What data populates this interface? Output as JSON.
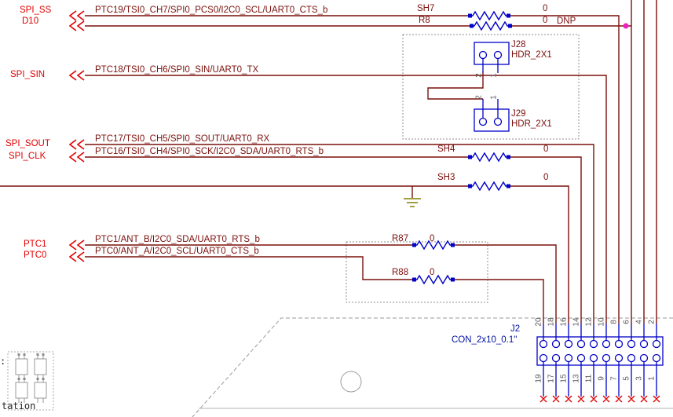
{
  "colors": {
    "wire": "#7a100c",
    "component": "#0000c8",
    "port_text": "#e00000",
    "net_text": "#7a100c",
    "j2_text": "#00119f",
    "junction_dot": "#f020c0",
    "ground": "#808000",
    "no_connect_x": "#e00000"
  },
  "ports": {
    "spi_ss": "SPI_SS",
    "d10": "D10",
    "spi_sin": "SPI_SIN",
    "spi_sout": "SPI_SOUT",
    "spi_clk": "SPI_CLK",
    "ptc1": "PTC1",
    "ptc0": "PTC0"
  },
  "nets": {
    "ptc19": "PTC19/TSI0_CH7/SPI0_PCS0/I2C0_SCL/UART0_CTS_b",
    "ptc18": "PTC18/TSI0_CH6/SPI0_SIN/UART0_TX",
    "ptc17": "PTC17/TSI0_CH5/SPI0_SOUT/UART0_RX",
    "ptc16": "PTC16/TSI0_CH4/SPI0_SCK/I2C0_SDA/UART0_RTS_b",
    "ptc1": "PTC1/ANT_B/I2C0_SDA/UART0_RTS_b",
    "ptc0": "PTC0/ANT_A/I2C0_SCL/UART0_CTS_b"
  },
  "resistors": {
    "sh7": {
      "ref": "SH7",
      "value": "0"
    },
    "r8": {
      "ref": "R8",
      "value": "0",
      "note": "DNP"
    },
    "sh4": {
      "ref": "SH4",
      "value": "0"
    },
    "sh3": {
      "ref": "SH3",
      "value": "0"
    },
    "r87": {
      "ref": "R87",
      "value": "0"
    },
    "r88": {
      "ref": "R88",
      "value": "0"
    }
  },
  "connectors": {
    "j28": {
      "ref": "J28",
      "value": "HDR_2X1",
      "pins": [
        "2",
        "1"
      ]
    },
    "j29": {
      "ref": "J29",
      "value": "HDR_2X1",
      "pins": [
        "2",
        "1"
      ]
    },
    "j2": {
      "ref": "J2",
      "value": "CON_2x10_0.1\"",
      "pins_top": [
        "20",
        "18",
        "16",
        "14",
        "12",
        "10",
        "8",
        "6",
        "4",
        "2"
      ],
      "pins_bottom": [
        "19",
        "17",
        "15",
        "13",
        "11",
        "9",
        "7",
        "5",
        "3",
        "1"
      ]
    }
  },
  "annotations": {
    "left_edge_text": ":",
    "bottom_left_text": "tation"
  }
}
